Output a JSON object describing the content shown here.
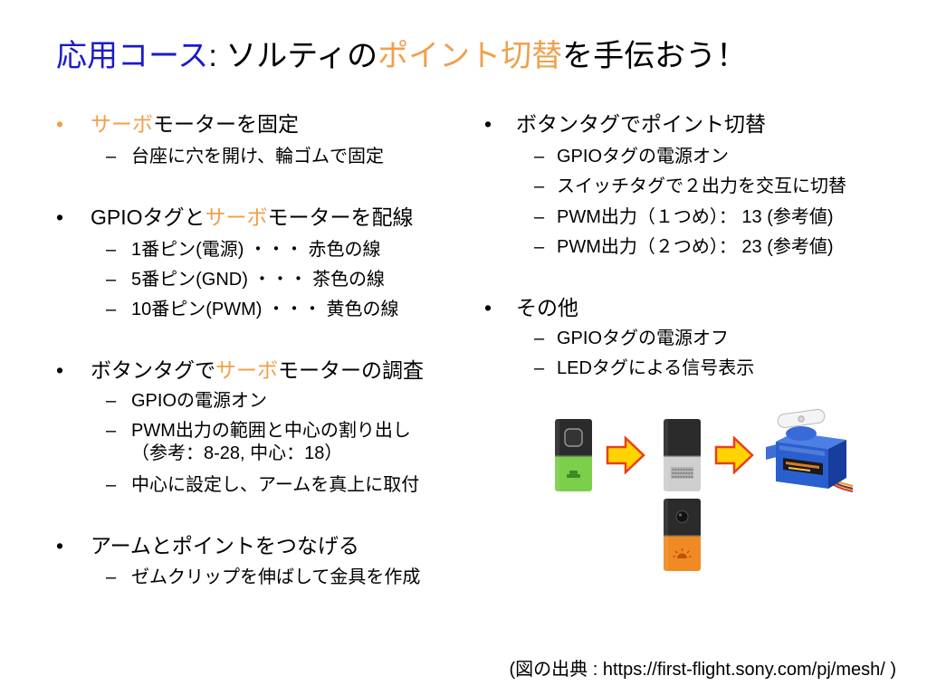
{
  "colors": {
    "background": "#ffffff",
    "text": "#000000",
    "title_blue": "#1a1acc",
    "accent_orange": "#f0a04b",
    "tag_black": "#2b2b2b",
    "button_tag_green": "#7ccf4a",
    "gpio_tag_gray": "#cfcfcf",
    "led_tag_orange": "#f08a24",
    "arrow_fill": "#ffd400",
    "arrow_stroke": "#e8401c",
    "servo_blue": "#2a5fd0"
  },
  "glyphs": {
    "bullet": "•",
    "dash": "–"
  },
  "title": {
    "course": "応用コース",
    "mid": ": ソルティの",
    "highlight": "ポイント切替",
    "end": "を手伝おう！"
  },
  "left": {
    "sections": [
      {
        "heading": [
          "サーボ",
          "モーターを固定"
        ],
        "items": [
          "台座に穴を開け、輪ゴムで固定"
        ]
      },
      {
        "heading": [
          "GPIOタグと",
          "サーボ",
          "モーターを配線"
        ],
        "items": [
          "1番ピン(電源) ・・・ 赤色の線",
          "5番ピン(GND) ・・・ 茶色の線",
          "10番ピン(PWM) ・・・ 黄色の線"
        ]
      },
      {
        "heading": [
          "ボタンタグで",
          "サーボ",
          "モーターの調査"
        ],
        "items": [
          "GPIOの電源オン",
          "PWM出力の範囲と中心の割り出し",
          "中心に設定し、アームを真上に取付"
        ],
        "item_continuation": "（参考：8-28, 中心：18）"
      },
      {
        "heading": [
          "アームとポイントをつなげる"
        ],
        "items": [
          "ゼムクリップを伸ばして金具を作成"
        ]
      }
    ]
  },
  "right": {
    "sections": [
      {
        "heading": [
          "ボタンタグでポイント切替"
        ],
        "items": [
          "GPIOタグの電源オン",
          "スイッチタグで２出力を交互に切替",
          "PWM出力（１つめ）： 13 (参考値)",
          "PWM出力（２つめ）： 23 (参考値)"
        ]
      },
      {
        "heading": [
          "その他"
        ],
        "items": [
          "GPIOタグの電源オフ",
          "LEDタグによる信号表示"
        ]
      }
    ]
  },
  "figures": {
    "icons": [
      "mesh-button-tag-icon",
      "arrow-right-icon",
      "mesh-gpio-tag-icon",
      "arrow-right-icon",
      "servo-motor-icon",
      "mesh-led-tag-icon"
    ]
  },
  "footer": {
    "source": "(図の出典 : https://first-flight.sony.com/pj/mesh/ )"
  }
}
